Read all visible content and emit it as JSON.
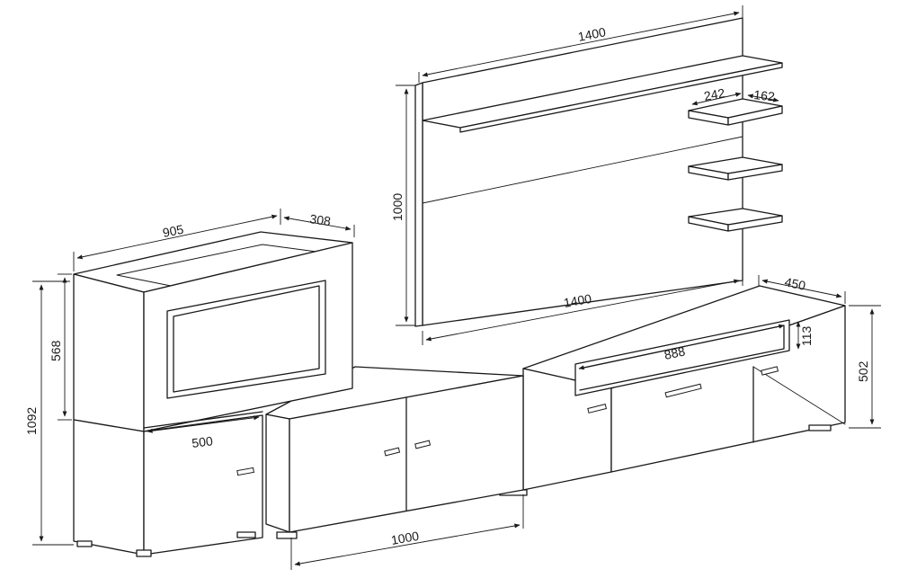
{
  "dimensions": {
    "panel_width_top": "1400",
    "panel_height": "1000",
    "panel_width_bottom": "1400",
    "shelf_width": "242",
    "shelf_depth": "162",
    "showcase_width": "905",
    "showcase_depth": "308",
    "showcase_glass_height": "568",
    "showcase_total_height": "1092",
    "showcase_base_width": "500",
    "sideboard_width": "1000",
    "tv_unit_depth": "450",
    "tv_unit_height": "502",
    "tv_niche_width": "888",
    "tv_niche_height": "113"
  }
}
